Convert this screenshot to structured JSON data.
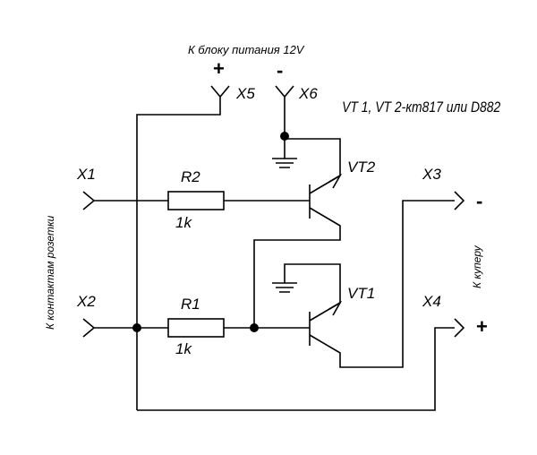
{
  "labels": {
    "power_supply": "К блоку питания 12V",
    "power_plus": "+",
    "power_minus": "-",
    "transistor_note": "VT 1, VT 2-кт817 или D882",
    "cooler_minus": "-",
    "cooler_plus": "+",
    "socket_contacts": "К контактам розетки",
    "cooler": "К куперу"
  },
  "terminals": {
    "x1": "X1",
    "x2": "X2",
    "x3": "X3",
    "x4": "X4",
    "x5": "X5",
    "x6": "X6"
  },
  "components": {
    "r1": {
      "name": "R1",
      "value": "1k"
    },
    "r2": {
      "name": "R2",
      "value": "1k"
    },
    "vt1": {
      "name": "VT1"
    },
    "vt2": {
      "name": "VT2"
    }
  }
}
